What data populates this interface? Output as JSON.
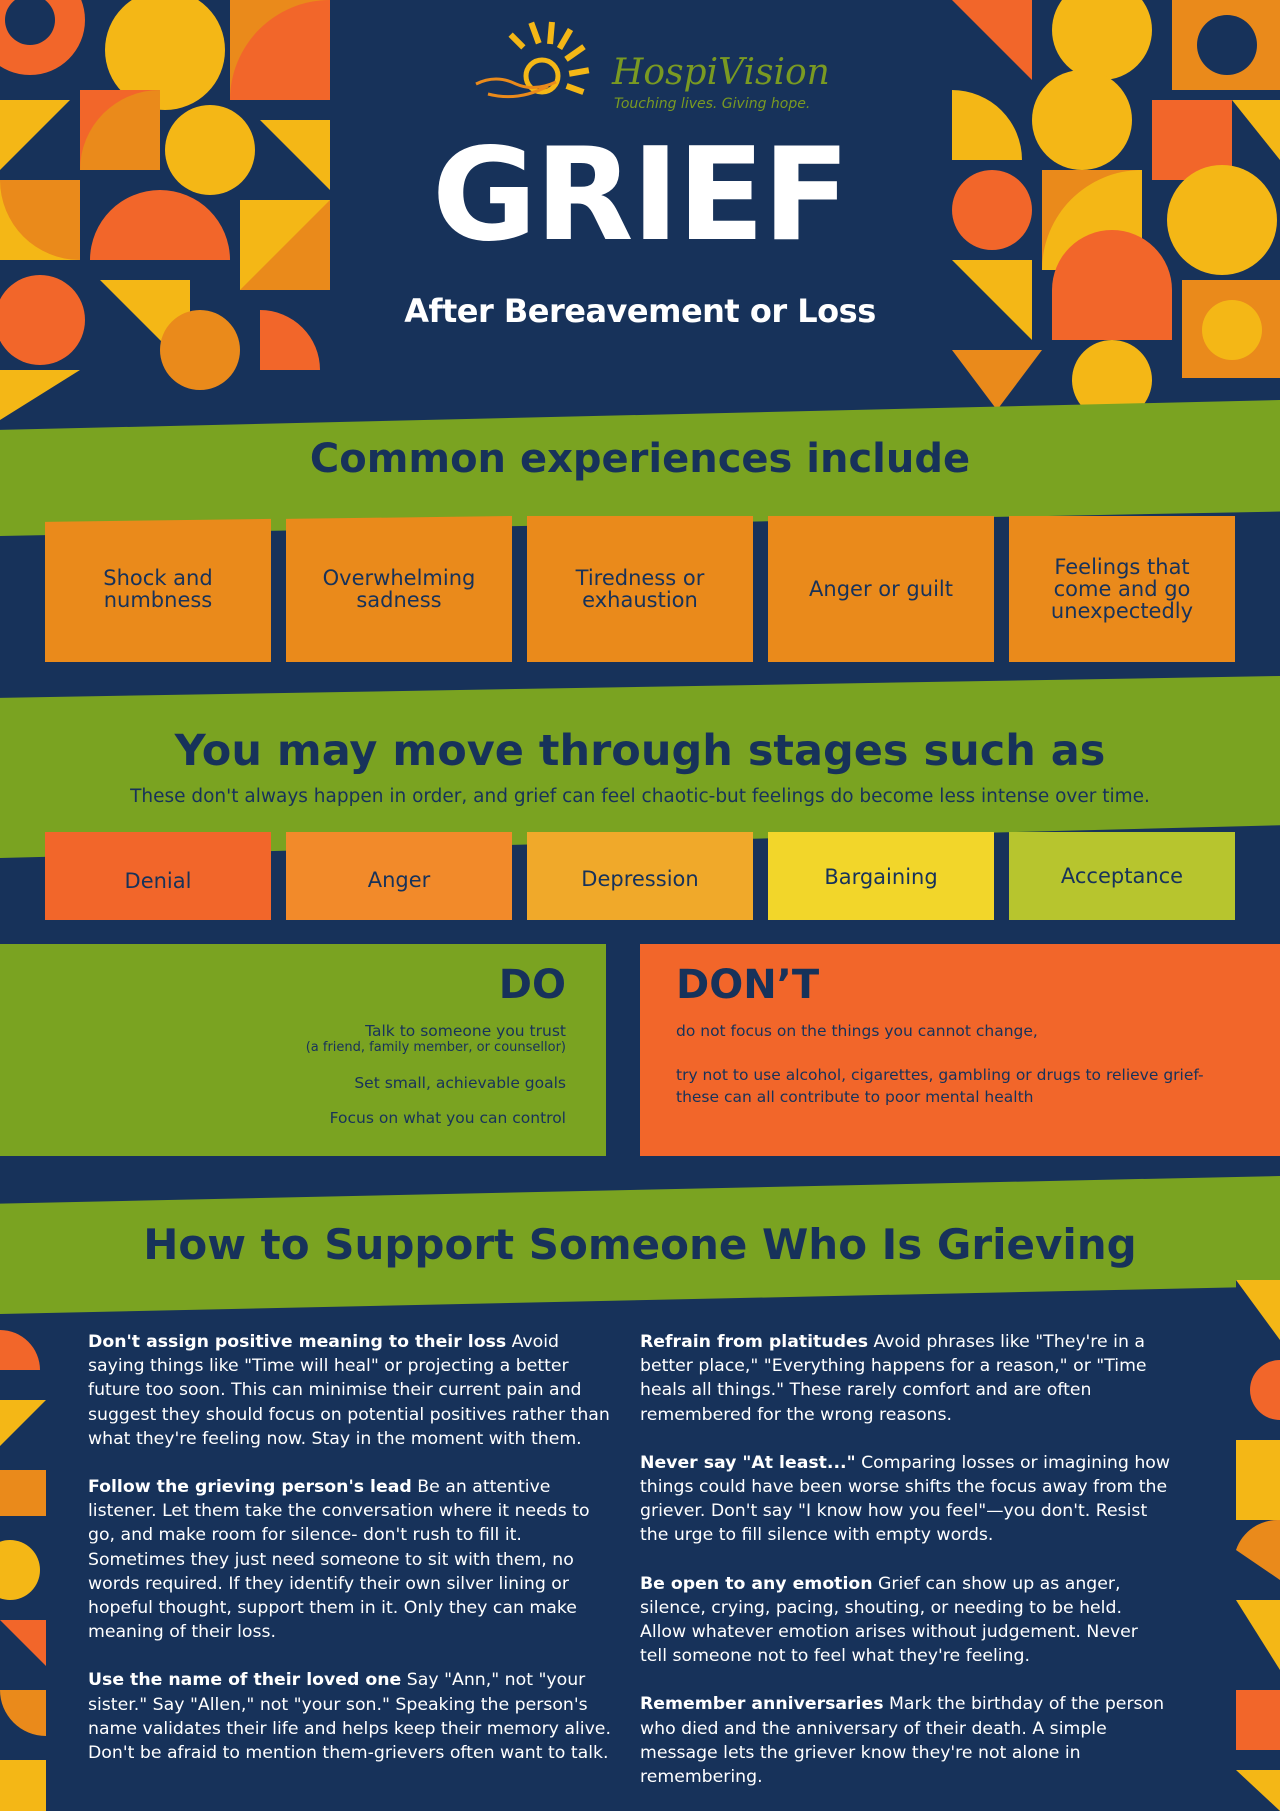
{
  "brand": {
    "name": "HospiVision",
    "tagline": "Touching lives. Giving hope."
  },
  "header": {
    "title": "GRIEF",
    "subtitle": "After Bereavement or Loss"
  },
  "colors": {
    "navy": "#17325a",
    "green": "#7aa321",
    "orange": "#ea8a1b",
    "red_orange": "#f2662a",
    "yellow": "#f4b716",
    "white": "#ffffff"
  },
  "experiences": {
    "heading": "Common experiences include",
    "items": [
      "Shock and numbness",
      "Overwhelming sadness",
      "Tiredness or exhaustion",
      "Anger or guilt",
      "Feelings that come and go unexpectedly"
    ]
  },
  "stages": {
    "heading": "You may move through stages such as",
    "note": "These don't always happen in order, and grief can feel chaotic-but feelings do become less intense over time.",
    "items": [
      {
        "label": "Denial",
        "color": "#f2662a"
      },
      {
        "label": "Anger",
        "color": "#f28a2a"
      },
      {
        "label": "Depression",
        "color": "#f0a92a"
      },
      {
        "label": "Bargaining",
        "color": "#f2d62a"
      },
      {
        "label": "Acceptance",
        "color": "#b7c52e"
      }
    ]
  },
  "do": {
    "title": "DO",
    "item1": "Talk to someone you trust",
    "item1_note": "(a friend, family member, or counsellor)",
    "item2": "Set small, achievable goals",
    "item3": "Focus on what you can control"
  },
  "dont": {
    "title": "DON’T",
    "item1": "do not focus on the things you cannot change,",
    "item2": "try not to use alcohol, cigarettes, gambling or drugs to relieve grief- these can all contribute to poor mental health"
  },
  "support": {
    "heading": "How to Support Someone Who Is Grieving",
    "left": [
      {
        "lead": "Don't assign positive meaning to their loss",
        "text": " Avoid saying things like \"Time will heal\" or projecting a better future too soon. This can minimise their current pain and suggest they should focus on potential positives rather than what they're feeling now. Stay in the moment with them."
      },
      {
        "lead": "Follow the grieving person's lead",
        "text": " Be an attentive listener. Let them take the conversation where it needs to go, and make room for silence- don't rush to fill it. Sometimes they just need someone to sit with them, no words required. If they identify their own silver lining or hopeful thought, support them in it. Only they can make meaning of their loss."
      },
      {
        "lead": "Use the name of their loved one",
        "text": " Say \"Ann,\" not \"your sister.\" Say \"Allen,\" not \"your son.\" Speaking the person's name validates their life and helps keep their memory alive. Don't be afraid to mention them-grievers often want to talk."
      }
    ],
    "right": [
      {
        "lead": "Refrain from platitudes",
        "text": " Avoid phrases like \"They're in a better place,\" \"Everything happens for a reason,\" or \"Time heals all things.\" These rarely comfort and are often remembered for the wrong reasons."
      },
      {
        "lead": "Never say \"At least...\"",
        "text": " Comparing losses or imagining how things could have been worse shifts the focus away from the griever. Don't say \"I know how you feel\"—you don't. Resist the urge to fill silence with empty words."
      },
      {
        "lead": "Be open to any emotion",
        "text": " Grief can show up as anger, silence, crying, pacing, shouting, or needing to be held. Allow whatever emotion arises without judgement. Never tell someone not to feel what they're feeling."
      },
      {
        "lead": "Remember anniversaries",
        "text": " Mark the birthday of the person who died and the anniversary of their death. A simple message lets the griever know they're not alone in remembering."
      }
    ]
  }
}
